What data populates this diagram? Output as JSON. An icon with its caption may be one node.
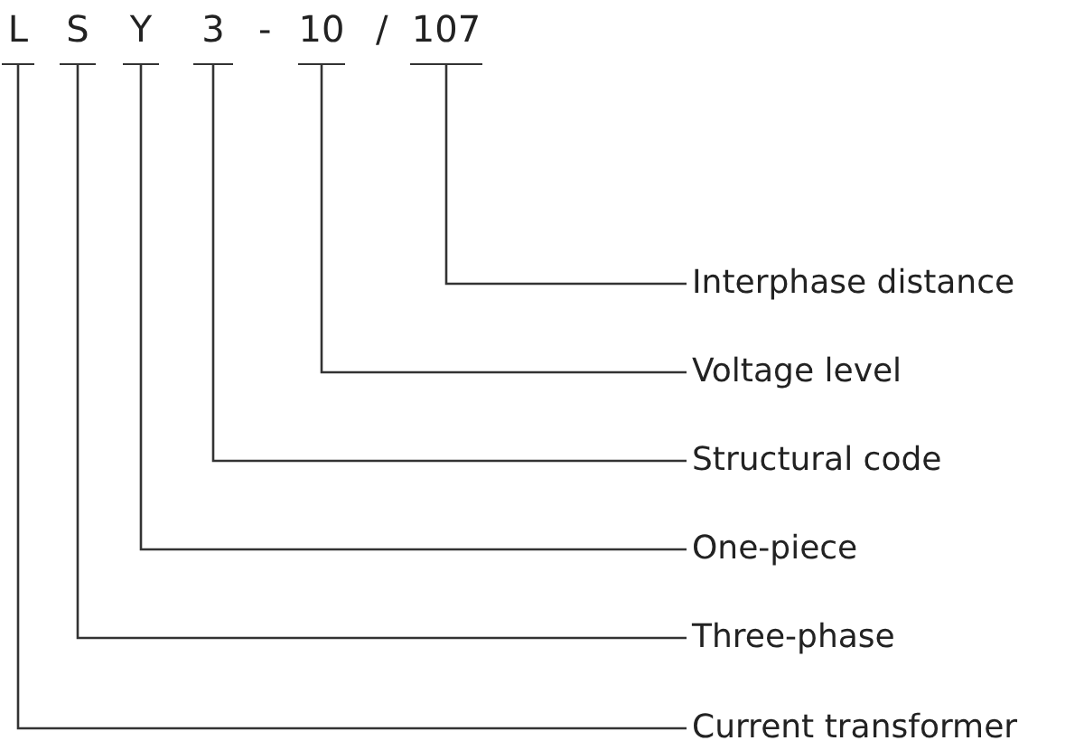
{
  "diagram": {
    "nodes": [
      {
        "text": [
          "L"
        ]
      },
      {
        "text": [
          "S"
        ]
      },
      {
        "text": [
          "Y"
        ]
      },
      {
        "text": [
          "3"
        ]
      },
      {
        "text": [
          "10"
        ]
      },
      {
        "text": [
          "107"
        ]
      },
      {
        "text": [
          "Interphase distance"
        ]
      },
      {
        "text": [
          "Voltage level"
        ]
      },
      {
        "text": [
          "Structural code"
        ]
      },
      {
        "text": [
          "One-piece"
        ]
      },
      {
        "text": [
          "Three-phase"
        ]
      },
      {
        "text": [
          "Current transformer"
        ]
      }
    ],
    "edges": [
      {
        "from": 0,
        "to": 11,
        "arrow": "none"
      },
      {
        "from": 1,
        "to": 10,
        "arrow": "none"
      },
      {
        "from": 2,
        "to": 9,
        "arrow": "none"
      },
      {
        "from": 3,
        "to": 8,
        "arrow": "none"
      },
      {
        "from": 4,
        "to": 7,
        "arrow": "none"
      },
      {
        "from": 5,
        "to": 6,
        "arrow": "none"
      }
    ],
    "labels": [
      "-",
      "/"
    ]
  }
}
